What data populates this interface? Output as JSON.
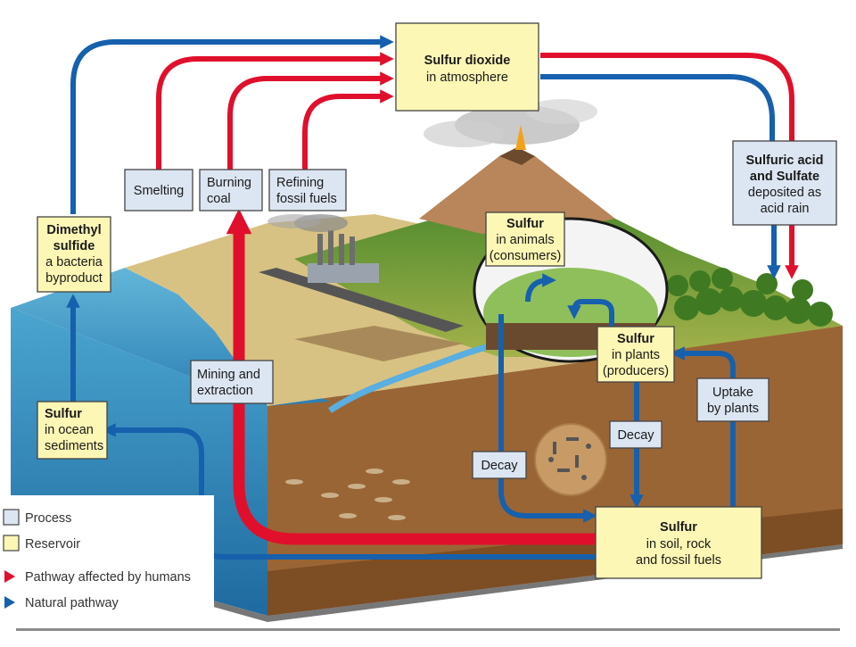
{
  "reservoirs": {
    "atmosphere": {
      "title": "Sulfur dioxide",
      "sub": "in atmosphere"
    },
    "dimethyl": {
      "title1": "Dimethyl",
      "title2": "sulfide",
      "sub1": "a bacteria",
      "sub2": "byproduct"
    },
    "ocean": {
      "title": "Sulfur",
      "sub1": "in ocean",
      "sub2": "sediments"
    },
    "animals": {
      "title": "Sulfur",
      "sub1": "in animals",
      "sub2": "(consumers)"
    },
    "plants": {
      "title": "Sulfur",
      "sub1": "in plants",
      "sub2": "(producers)"
    },
    "soil": {
      "title": "Sulfur",
      "sub1": "in soil, rock",
      "sub2": "and fossil fuels"
    }
  },
  "processes": {
    "smelting": "Smelting",
    "burning": {
      "line1": "Burning",
      "line2": "coal"
    },
    "refining": {
      "line1": "Refining",
      "line2": "fossil fuels"
    },
    "acid": {
      "line1": "Sulfuric acid",
      "line2": "and Sulfate",
      "line3": "deposited as",
      "line4": "acid rain"
    },
    "mining": {
      "line1": "Mining and",
      "line2": "extraction"
    },
    "decay_left": "Decay",
    "decay_right": "Decay",
    "uptake": {
      "line1": "Uptake",
      "line2": "by plants"
    }
  },
  "legend": {
    "process": "Process",
    "reservoir": "Reservoir",
    "human": "Pathway affected by humans",
    "natural": "Natural pathway"
  },
  "colors": {
    "process_fill": "#dce6f2",
    "reservoir_fill": "#fdf7b5",
    "human_arrow": "#e0102c",
    "natural_arrow": "#1660ad"
  }
}
